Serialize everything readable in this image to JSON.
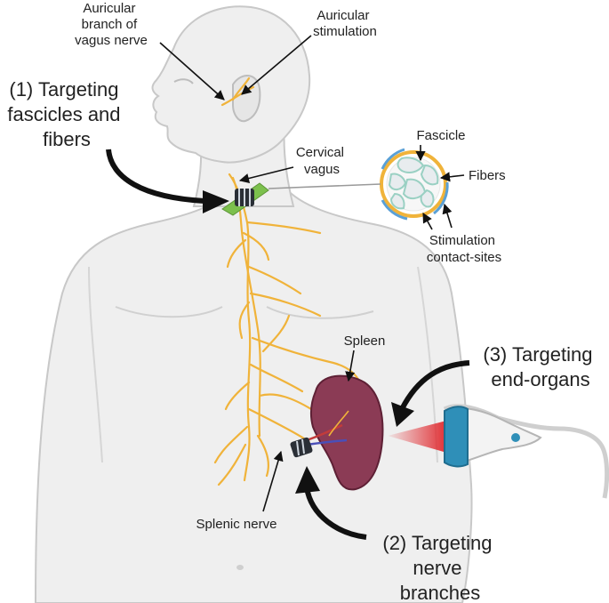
{
  "labels": {
    "auricular_branch": [
      "Auricular",
      "branch of",
      "vagus nerve"
    ],
    "auricular_stim": [
      "Auricular",
      "stimulation"
    ],
    "cervical_vagus": [
      "Cervical",
      "vagus"
    ],
    "fascicle": "Fascicle",
    "fibers": "Fibers",
    "contact_sites": [
      "Stimulation",
      "contact-sites"
    ],
    "spleen": "Spleen",
    "splenic_nerve": "Splenic nerve",
    "targeting_1": [
      "(1) Targeting",
      "fascicles and",
      "fibers"
    ],
    "targeting_2": [
      "(2) Targeting",
      "nerve",
      "branches"
    ],
    "targeting_3": [
      "(3) Targeting",
      "end-organs"
    ]
  },
  "colors": {
    "body_fill": "#efefef",
    "body_outline": "#c8c8c8",
    "nerve": "#f0b33a",
    "spleen": "#8b3b55",
    "cuff": "#2a2f36",
    "electrode": "#7cc04d",
    "ultrasound_beam": "#e0262b",
    "probe_blue": "#2f8fb8",
    "contact_site_blue": "#5aa0d6",
    "fascicle_outline": "#9ad0c3"
  },
  "icons": {
    "cervical_cuff": "nerve-cuff-electrode-icon",
    "splenic_cuff": "nerve-cuff-electrode-icon",
    "probe": "ultrasound-probe-icon",
    "cross_section": "nerve-cross-section-icon"
  }
}
